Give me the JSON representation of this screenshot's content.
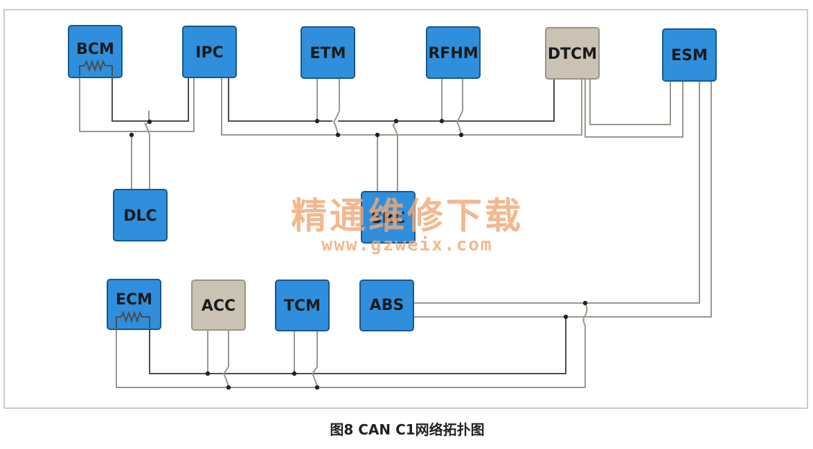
{
  "colors": {
    "module_blue": "#2f8fdc",
    "module_tan": "#c9c2b5",
    "wire_gray": "#9c958c",
    "wire_dark": "#4b4b4b",
    "watermark": "#f0a876"
  },
  "modules": {
    "bcm": {
      "label": "BCM",
      "fill": "blue",
      "terminated": true
    },
    "ipc": {
      "label": "IPC",
      "fill": "blue",
      "terminated": false
    },
    "etm": {
      "label": "ETM",
      "fill": "blue",
      "terminated": false
    },
    "rfhm": {
      "label": "RFHM",
      "fill": "blue",
      "terminated": false
    },
    "dtcm": {
      "label": "DTCM",
      "fill": "tan",
      "terminated": false
    },
    "esm": {
      "label": "ESM",
      "fill": "blue",
      "terminated": false
    },
    "dlc": {
      "label": "DLC",
      "fill": "blue",
      "terminated": false
    },
    "src": {
      "label": "SRC",
      "fill": "blue",
      "terminated": false
    },
    "ecm": {
      "label": "ECM",
      "fill": "blue",
      "terminated": true
    },
    "acc": {
      "label": "ACC",
      "fill": "tan",
      "terminated": false
    },
    "tcm": {
      "label": "TCM",
      "fill": "blue",
      "terminated": false
    },
    "abs": {
      "label": "ABS",
      "fill": "blue",
      "terminated": false
    }
  },
  "watermark": {
    "title": "精通维修下载",
    "url": "www.gzweix.com"
  },
  "caption": "图8 CAN C1网络拓扑图"
}
